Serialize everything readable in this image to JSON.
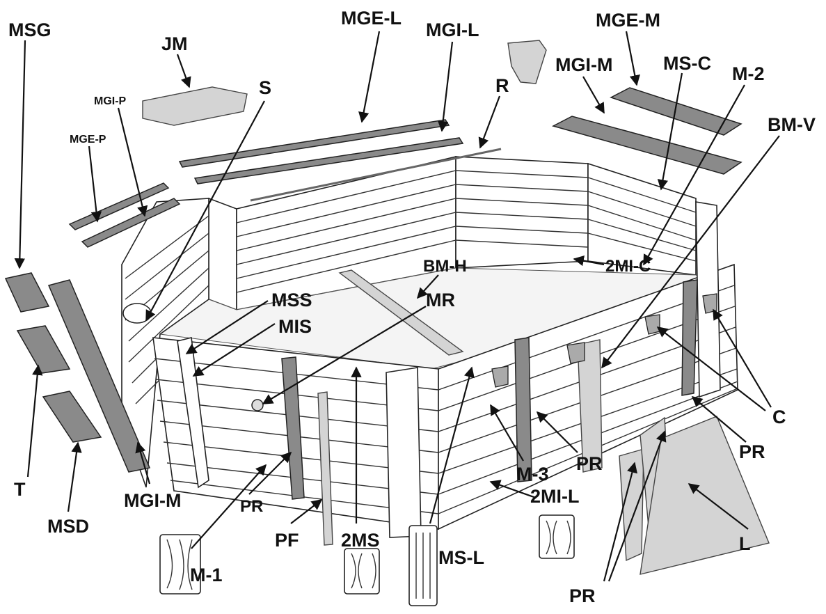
{
  "labels": {
    "MSG": "MSG",
    "JM": "JM",
    "MGI_P": "MGI-P",
    "MGE_P": "MGE-P",
    "S": "S",
    "MGE_L": "MGE-L",
    "MGI_L": "MGI-L",
    "R": "R",
    "MGE_M": "MGE-M",
    "MGI_M_top": "MGI-M",
    "MS_C": "MS-C",
    "M_2": "M-2",
    "BM_V": "BM-V",
    "BM_H": "BM-H",
    "MI_C2": "2MI-C",
    "MR": "MR",
    "MSS": "MSS",
    "MIS": "MIS",
    "C": "C",
    "PR_right": "PR",
    "PR_center": "PR",
    "M_3": "M-3",
    "MI_L2": "2MI-L",
    "T": "T",
    "MSD": "MSD",
    "MGI_M_left": "MGI-M",
    "PR_left": "PR",
    "PF": "PF",
    "MS2": "2MS",
    "MS_L": "MS-L",
    "M_1": "M-1",
    "L": "L",
    "PR_bottom": "PR"
  },
  "colors": {
    "board_dark": "#8a8a8a",
    "board_light": "#d4d4d4",
    "line": "#111111"
  }
}
